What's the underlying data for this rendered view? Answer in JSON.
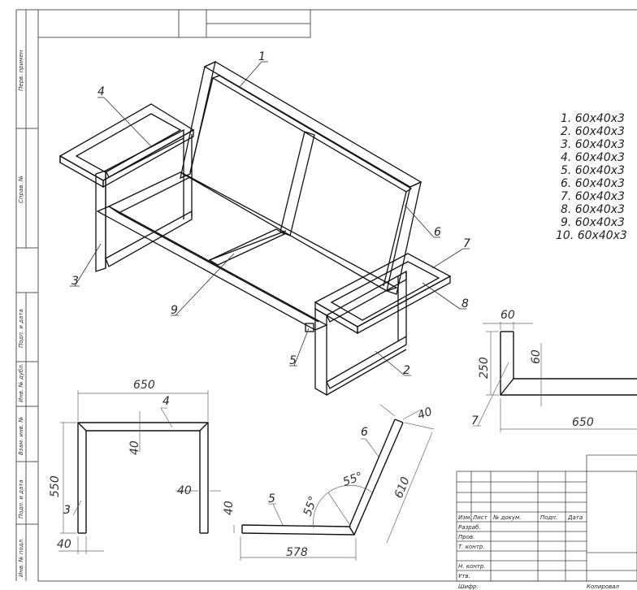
{
  "side_strip": [
    "Перв. примен",
    "Справ. №",
    "Подп. и дата",
    "Инв. № дубл.",
    "Взам. инв. №",
    "Подп. и дата",
    "Инв. № подл."
  ],
  "spec_list": [
    "1. 60x40x3",
    "2. 60x40x3",
    "3. 60x40x3",
    "4. 60x40x3",
    "5. 60x40x3",
    "6. 60x40x3",
    "7. 60x40x3",
    "8. 60x40x3",
    "9. 60x40x3",
    "10. 60x40x3"
  ],
  "callouts": {
    "p1": "1",
    "p2": "2",
    "p3": "3",
    "p4": "4",
    "p5": "5",
    "p6": "6",
    "p7": "7",
    "p8": "8",
    "p9": "9"
  },
  "view4": {
    "width": "650",
    "height": "550",
    "wall": "40",
    "wall_right": "40",
    "bottom": "40",
    "part": "4",
    "leg": "3"
  },
  "view5": {
    "len": "578",
    "t": "40",
    "angle1": "55°",
    "angle2": "55°",
    "part5": "5",
    "part6": "6",
    "len6": "610",
    "t6": "40"
  },
  "view7": {
    "top": "60",
    "height": "250",
    "t": "60",
    "len": "650",
    "part": "7"
  },
  "title_block": {
    "header": [
      "Изм.",
      "Лист",
      "№ докум.",
      "Подп.",
      "Дата"
    ],
    "rows": [
      "Разраб.",
      "Пров.",
      "Т. контр.",
      "",
      "Н. контр.",
      "Утв."
    ],
    "cipher": "Шифр:",
    "copied": "Копировал"
  }
}
